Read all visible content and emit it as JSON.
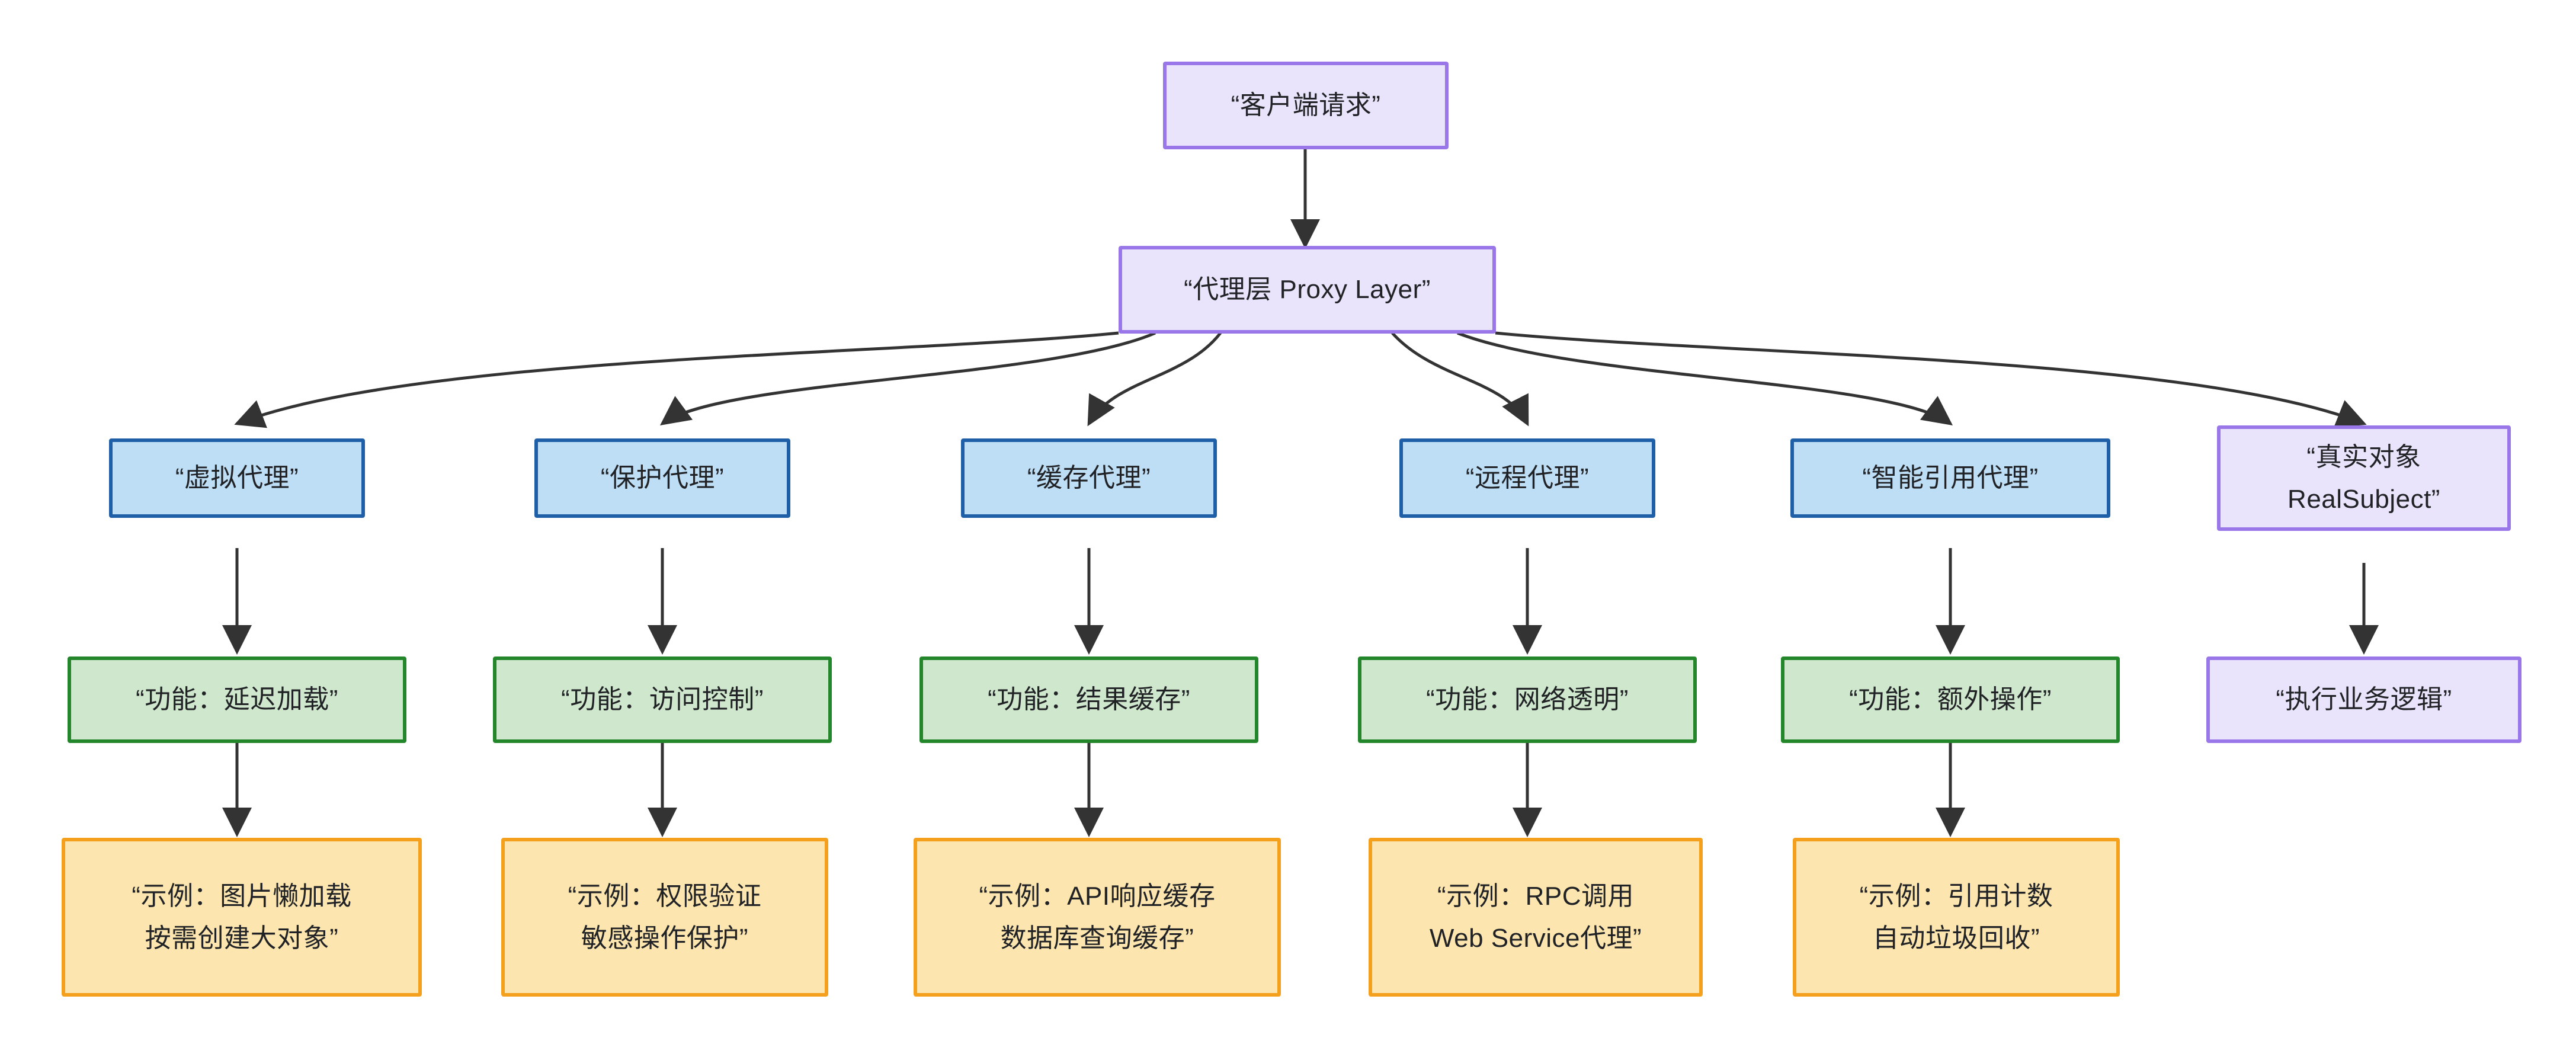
{
  "diagram": {
    "type": "flowchart",
    "direction": "top-down",
    "title_text_visible": false,
    "colors": {
      "purple_fill": "#e9e4fb",
      "purple_border": "#9a77e8",
      "blue_fill": "#bedef6",
      "blue_border": "#1f5fa8",
      "green_fill": "#cfe8cd",
      "green_border": "#24862b",
      "orange_fill": "#fce5ae",
      "orange_border": "#f5a01d",
      "edge_stroke": "#333333",
      "background": "#ffffff"
    },
    "nodes": {
      "client_request": {
        "label": "“客户端请求”",
        "style": "purple"
      },
      "proxy_layer": {
        "label": "“代理层 Proxy Layer”",
        "style": "purple"
      },
      "virtual_proxy": {
        "label": "“虚拟代理”",
        "style": "blue"
      },
      "protection_proxy": {
        "label": "“保护代理”",
        "style": "blue"
      },
      "cache_proxy": {
        "label": "“缓存代理”",
        "style": "blue"
      },
      "remote_proxy": {
        "label": "“远程代理”",
        "style": "blue"
      },
      "smart_ref_proxy": {
        "label": "“智能引用代理”",
        "style": "blue"
      },
      "real_subject": {
        "label": "“真实对象\nRealSubject”",
        "style": "purple"
      },
      "func_lazy_load": {
        "label": "“功能：延迟加载”",
        "style": "green"
      },
      "func_access_ctrl": {
        "label": "“功能：访问控制”",
        "style": "green"
      },
      "func_result_cache": {
        "label": "“功能：结果缓存”",
        "style": "green"
      },
      "func_net_transp": {
        "label": "“功能：网络透明”",
        "style": "green"
      },
      "func_extra_ops": {
        "label": "“功能：额外操作”",
        "style": "green"
      },
      "exec_business": {
        "label": "“执行业务逻辑”",
        "style": "purple"
      },
      "ex_lazy_load": {
        "label": "“示例：图片懒加载\n按需创建大对象”",
        "style": "orange"
      },
      "ex_access_ctrl": {
        "label": "“示例：权限验证\n敏感操作保护”",
        "style": "orange"
      },
      "ex_result_cache": {
        "label": "“示例：API响应缓存\n数据库查询缓存”",
        "style": "orange"
      },
      "ex_net_transp": {
        "label": "“示例：RPC调用\nWeb Service代理”",
        "style": "orange"
      },
      "ex_extra_ops": {
        "label": "“示例：引用计数\n自动垃圾回收”",
        "style": "orange"
      }
    },
    "edges": [
      {
        "from": "client_request",
        "to": "proxy_layer",
        "shape": "straight"
      },
      {
        "from": "proxy_layer",
        "to": "virtual_proxy",
        "shape": "curved"
      },
      {
        "from": "proxy_layer",
        "to": "protection_proxy",
        "shape": "curved"
      },
      {
        "from": "proxy_layer",
        "to": "cache_proxy",
        "shape": "curved"
      },
      {
        "from": "proxy_layer",
        "to": "remote_proxy",
        "shape": "curved"
      },
      {
        "from": "proxy_layer",
        "to": "smart_ref_proxy",
        "shape": "curved"
      },
      {
        "from": "proxy_layer",
        "to": "real_subject",
        "shape": "curved"
      },
      {
        "from": "virtual_proxy",
        "to": "func_lazy_load",
        "shape": "straight"
      },
      {
        "from": "protection_proxy",
        "to": "func_access_ctrl",
        "shape": "straight"
      },
      {
        "from": "cache_proxy",
        "to": "func_result_cache",
        "shape": "straight"
      },
      {
        "from": "remote_proxy",
        "to": "func_net_transp",
        "shape": "straight"
      },
      {
        "from": "smart_ref_proxy",
        "to": "func_extra_ops",
        "shape": "straight"
      },
      {
        "from": "real_subject",
        "to": "exec_business",
        "shape": "straight"
      },
      {
        "from": "func_lazy_load",
        "to": "ex_lazy_load",
        "shape": "straight"
      },
      {
        "from": "func_access_ctrl",
        "to": "ex_access_ctrl",
        "shape": "straight"
      },
      {
        "from": "func_result_cache",
        "to": "ex_result_cache",
        "shape": "straight"
      },
      {
        "from": "func_net_transp",
        "to": "ex_net_transp",
        "shape": "straight"
      },
      {
        "from": "func_extra_ops",
        "to": "ex_extra_ops",
        "shape": "straight"
      }
    ]
  }
}
